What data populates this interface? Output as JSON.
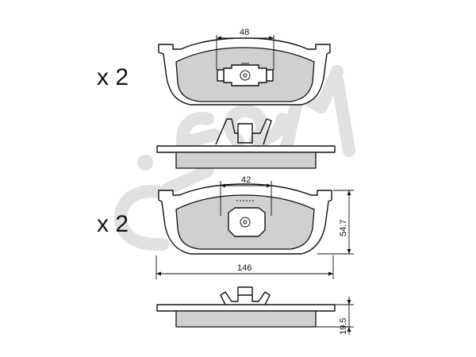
{
  "quantity_top": "x 2",
  "quantity_bottom": "x 2",
  "dimensions": {
    "top_center_width": "48",
    "bottom_center_width": "42",
    "height": "54.7",
    "overall_width": "146",
    "thickness": "19.5"
  },
  "colors": {
    "friction_material": "#d0d0d0",
    "logo_watermark": "#dedede",
    "line": "#111111"
  },
  "logo": {
    "text": "cifam",
    "icon": "cifam-logo-watermark"
  }
}
